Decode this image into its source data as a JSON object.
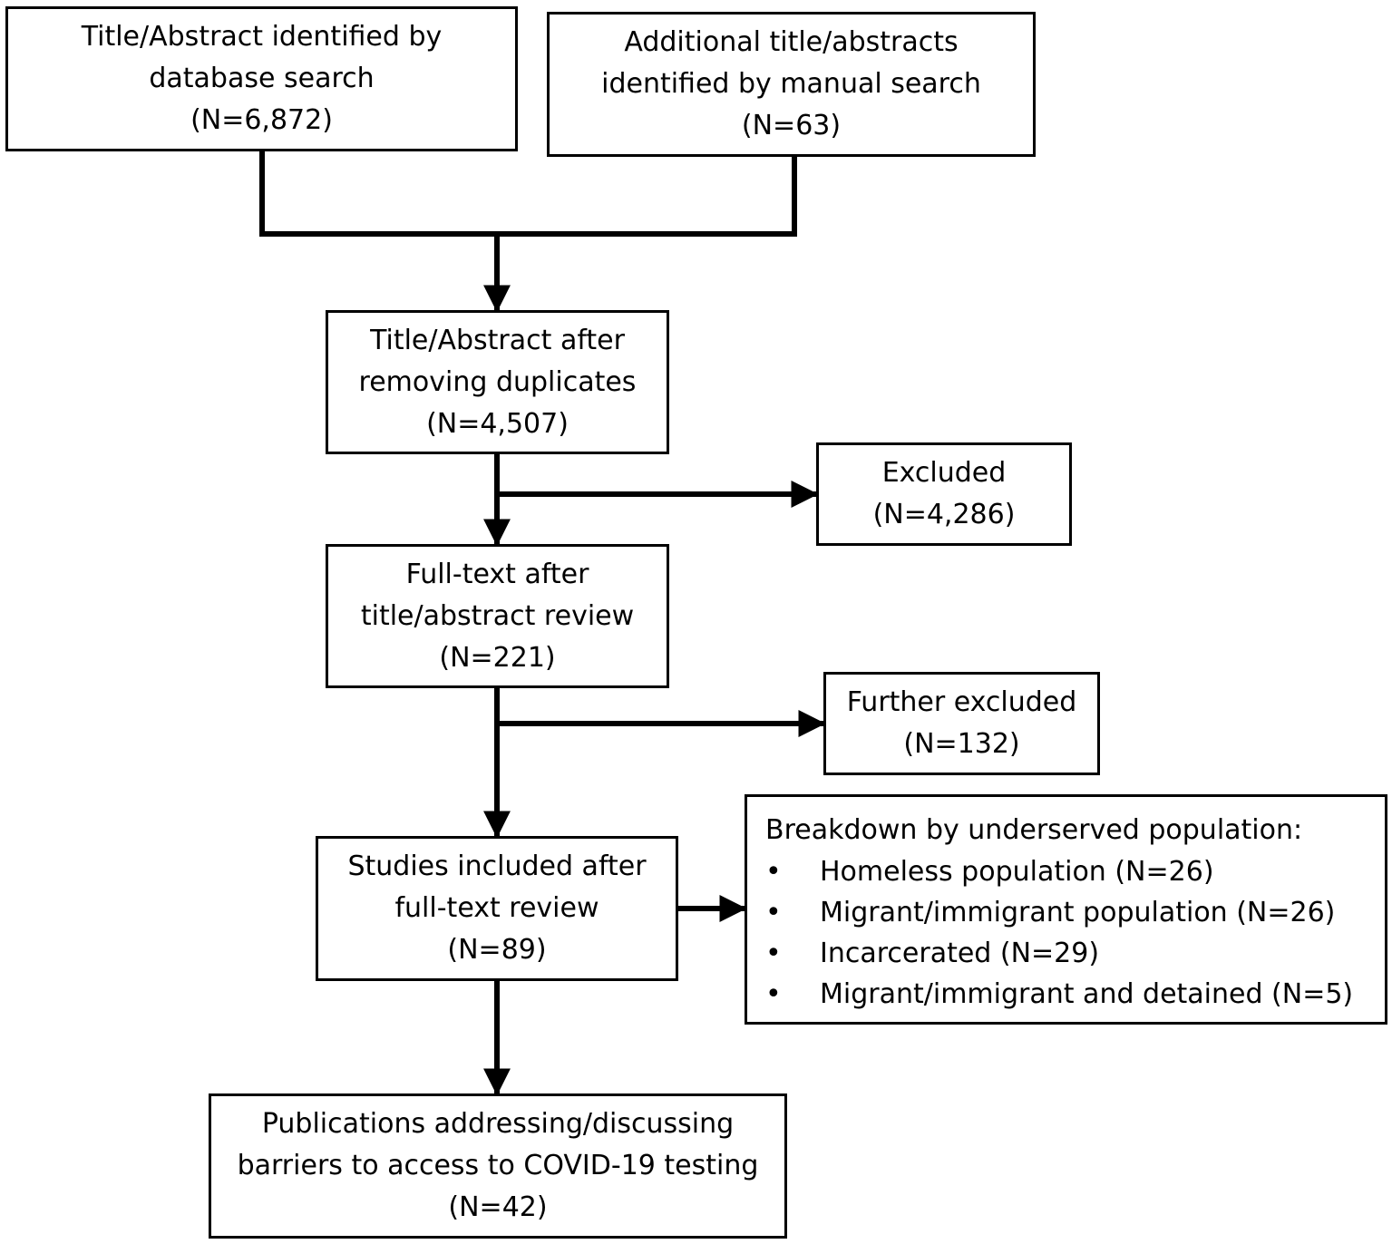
{
  "boxes": {
    "database_search": {
      "lines": [
        "Title/Abstract identified by",
        "database search",
        "(N=6,872)"
      ]
    },
    "manual_search": {
      "lines": [
        "Additional title/abstracts",
        "identified by manual search",
        "(N=63)"
      ]
    },
    "after_duplicates": {
      "lines": [
        "Title/Abstract after",
        "removing duplicates",
        "(N=4,507)"
      ]
    },
    "excluded": {
      "lines": [
        "Excluded",
        "(N=4,286)"
      ]
    },
    "full_text": {
      "lines": [
        "Full-text after",
        "title/abstract review",
        "(N=221)"
      ]
    },
    "further_excluded": {
      "lines": [
        "Further excluded",
        "(N=132)"
      ]
    },
    "studies_included": {
      "lines": [
        "Studies included after",
        "full-text review",
        "(N=89)"
      ]
    },
    "publications": {
      "lines": [
        "Publications addressing/discussing",
        "barriers to access to COVID-19 testing",
        "(N=42)"
      ]
    }
  },
  "breakdown": {
    "title": "Breakdown by underserved population:",
    "bullet": "•",
    "items": [
      "Homeless population (N=26)",
      "Migrant/immigrant population (N=26)",
      "Incarcerated (N=29)",
      "Migrant/immigrant and detained (N=5)"
    ]
  },
  "colors": {
    "stroke": "#000000",
    "background": "#ffffff"
  }
}
